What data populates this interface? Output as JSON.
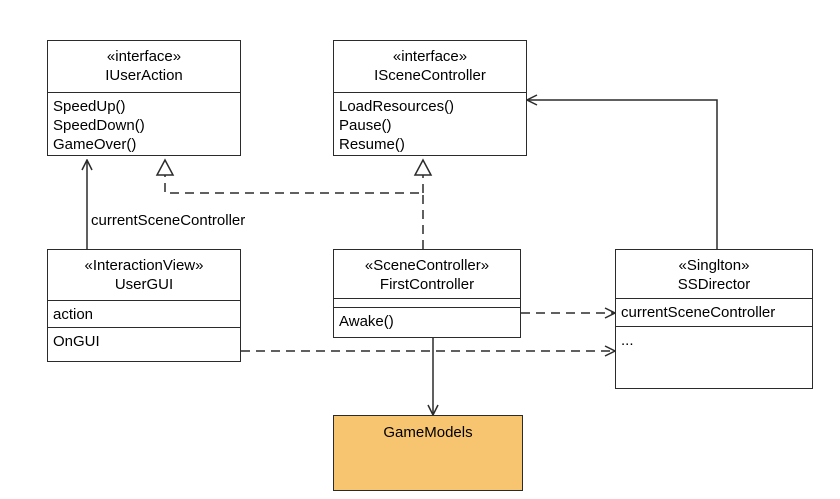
{
  "colors": {
    "line": "#2b2b2b",
    "models_fill": "#f7c46f"
  },
  "classes": {
    "iuseraction": {
      "stereotype": "«interface»",
      "name": "IUserAction",
      "methods": [
        "SpeedUp()",
        "SpeedDown()",
        "GameOver()"
      ]
    },
    "iscenecontroller": {
      "stereotype": "«interface»",
      "name": "ISceneController",
      "methods": [
        "LoadResources()",
        "Pause()",
        "Resume()"
      ]
    },
    "usergui": {
      "stereotype": "«InteractionView»",
      "name": "UserGUI",
      "attributes": [
        "action"
      ],
      "methods": [
        "OnGUI"
      ]
    },
    "firstcontroller": {
      "stereotype": "«SceneController»",
      "name": "FirstController",
      "attributes": [],
      "methods": [
        "Awake()"
      ]
    },
    "ssdirector": {
      "stereotype": "«Singlton»",
      "name": "SSDirector",
      "attributes": [
        "currentSceneController"
      ],
      "methods": [
        "..."
      ]
    },
    "gamemodels": {
      "name": "GameModels"
    }
  },
  "edge_labels": {
    "usergui_to_iuseraction": "currentSceneController"
  }
}
